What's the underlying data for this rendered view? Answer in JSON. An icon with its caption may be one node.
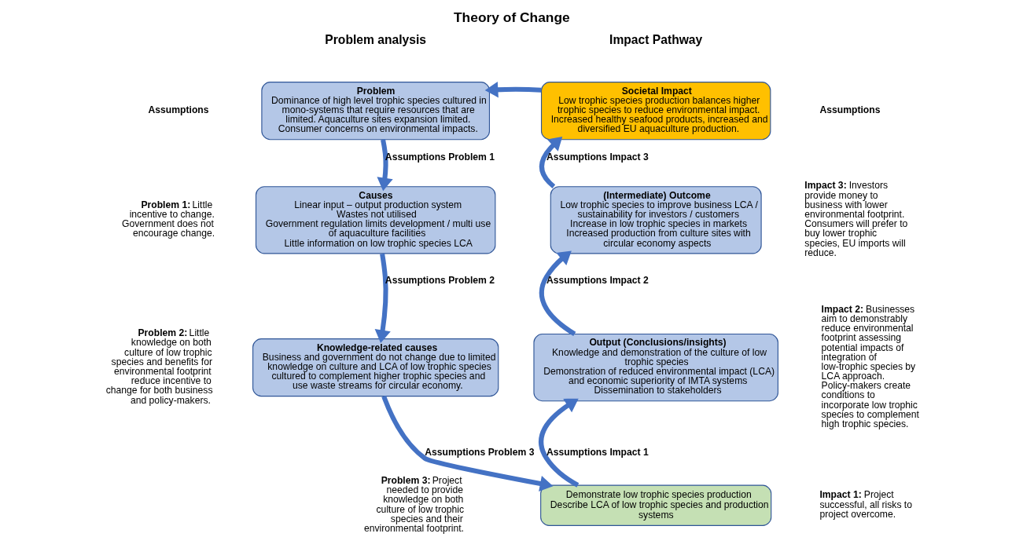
{
  "diagram": {
    "title": "Theory of Change",
    "nodes": [
      {
        "text": [
          "Problem",
          "Dominance of high level trophic species cultured in mono-systems that require resources that are limited. Aquaculture sites expansion limited. Consumer concerns on environmental impacts."
        ]
      },
      {
        "text": [
          "Causes",
          "Linear input – output production system",
          "Wastes not utilised",
          "Government regulation limits development / multi use of aquaculture facilities",
          "Little information on low trophic species LCA"
        ]
      },
      {
        "text": [
          "Knowledge-related causes",
          "Business and government do not change due to limited knowledge on culture and LCA of low trophic species cultured to complement higher trophic species and use waste streams for circular economy."
        ]
      },
      {
        "text": [
          "Demonstrate low trophic species production",
          "Describe LCA of low trophic species and production systems"
        ]
      },
      {
        "text": [
          "Output (Conclusions/insights)",
          "Knowledge and demonstration of the culture of low trophic species",
          "Demonstration of reduced environmental impact (LCA) and economic superiority of IMTA systems",
          "Dissemination to stakeholders"
        ]
      },
      {
        "text": [
          "(Intermediate) Outcome",
          "Low trophic species to improve business LCA / sustainability for investors / customers",
          "Increase in low trophic species in markets",
          "Increased production from culture sites with circular economy aspects"
        ]
      },
      {
        "text": [
          "Societal Impact",
          "Low trophic species production balances higher trophic species to reduce environmental impact. Increased healthy seafood products, increased and diversified EU aquaculture production."
        ]
      }
    ],
    "edges": [
      {
        "from": 0,
        "to": 1,
        "arrow": "to",
        "label": "Assumptions Problem 1"
      },
      {
        "from": 1,
        "to": 2,
        "arrow": "to",
        "label": "Assumptions Problem 2"
      },
      {
        "from": 2,
        "to": 3,
        "arrow": "to",
        "label": "Assumptions Problem 3"
      },
      {
        "from": 3,
        "to": 4,
        "arrow": "to",
        "label": "Assumptions Impact 1"
      },
      {
        "from": 4,
        "to": 5,
        "arrow": "to",
        "label": "Assumptions Impact 2"
      },
      {
        "from": 5,
        "to": 6,
        "arrow": "to",
        "label": "Assumptions Impact 3"
      },
      {
        "from": 6,
        "to": 0,
        "arrow": "to"
      }
    ],
    "labels": [
      "Problem analysis",
      "Impact Pathway",
      "Assumptions",
      "**Problem 1:** Little incentive to change. Government does not encourage change.",
      "**Problem 2:** Little knowledge on both culture of low trophic species and benefits for environmental footprint reduce incentive to change for both business and policy-makers.",
      "**Problem 3:** Project needed to provide knowledge on both culture of low trophic species and their environmental footprint.",
      "Assumptions",
      "**Impact 3:** Investors provide money to business with lower environmental footprint. Consumers will prefer to buy lower trophic species, EU imports will reduce.",
      "**Impact 2:** Businesses aim to demonstrably reduce environmental footprint assessing potential impacts of integration of low-trophic species by LCA approach. Policy-makers create conditions to incorporate low trophic species to complement high trophic species.",
      "**Impact 1:** Project successful, all risks to project overcome."
    ]
  }
}
